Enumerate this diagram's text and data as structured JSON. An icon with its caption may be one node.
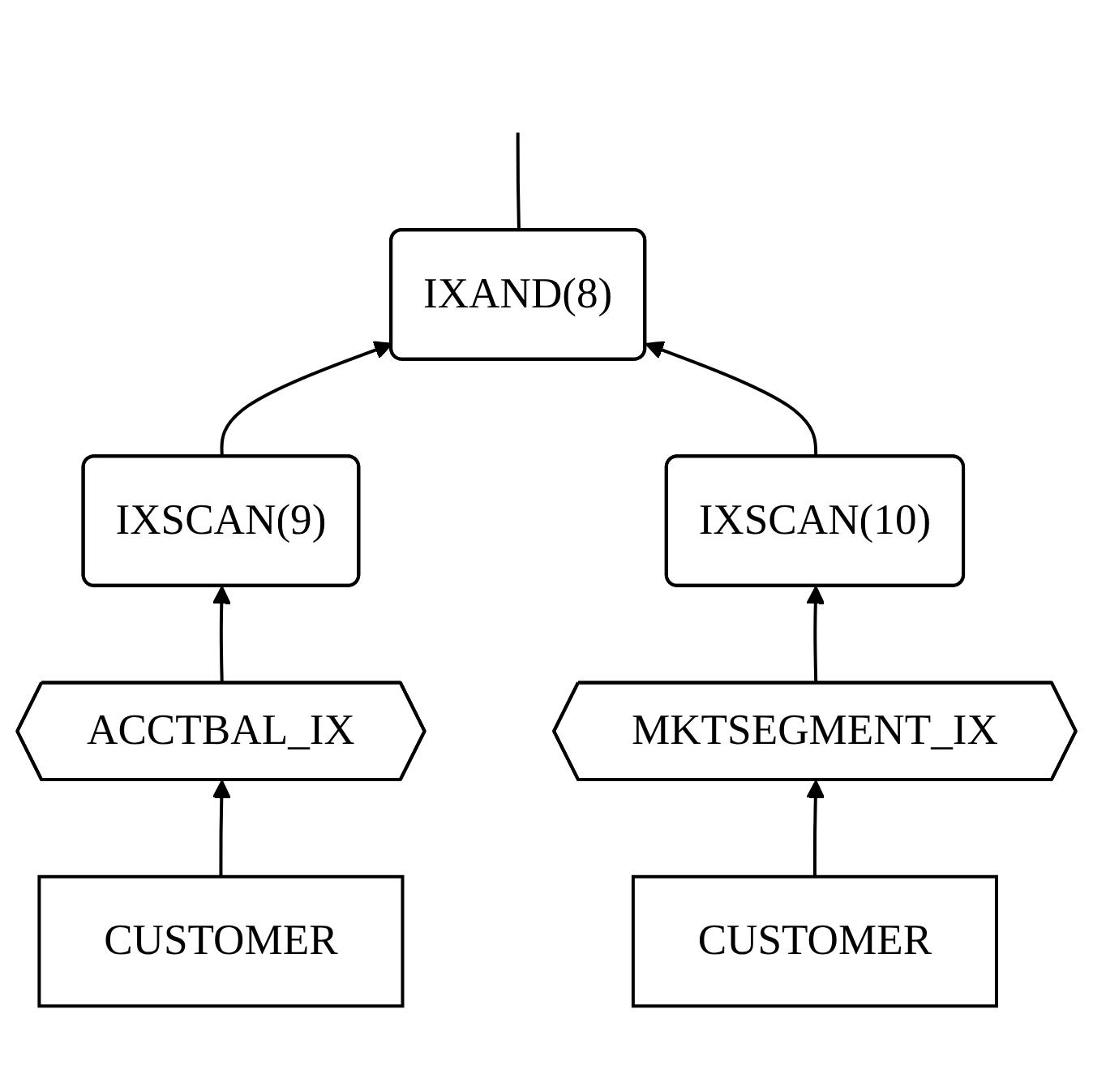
{
  "diagram": {
    "nodes": [
      {
        "text": [
          "IXAND(8)"
        ]
      },
      {
        "text": [
          "IXSCAN(9)"
        ]
      },
      {
        "text": [
          "IXSCAN(10)"
        ]
      },
      {
        "text": [
          "ACCTBAL_IX"
        ]
      },
      {
        "text": [
          "MKTSEGMENT_IX"
        ]
      },
      {
        "text": [
          "CUSTOMER"
        ]
      },
      {
        "text": [
          "CUSTOMER"
        ]
      }
    ],
    "edges": [
      {
        "from": 0,
        "to": null,
        "arrow": "none"
      },
      {
        "from": 1,
        "to": 0,
        "arrow": "to"
      },
      {
        "from": 2,
        "to": 0,
        "arrow": "to"
      },
      {
        "from": 3,
        "to": 1,
        "arrow": "to"
      },
      {
        "from": 4,
        "to": 2,
        "arrow": "to"
      },
      {
        "from": 5,
        "to": 3,
        "arrow": "to"
      },
      {
        "from": 6,
        "to": 4,
        "arrow": "to"
      }
    ]
  }
}
